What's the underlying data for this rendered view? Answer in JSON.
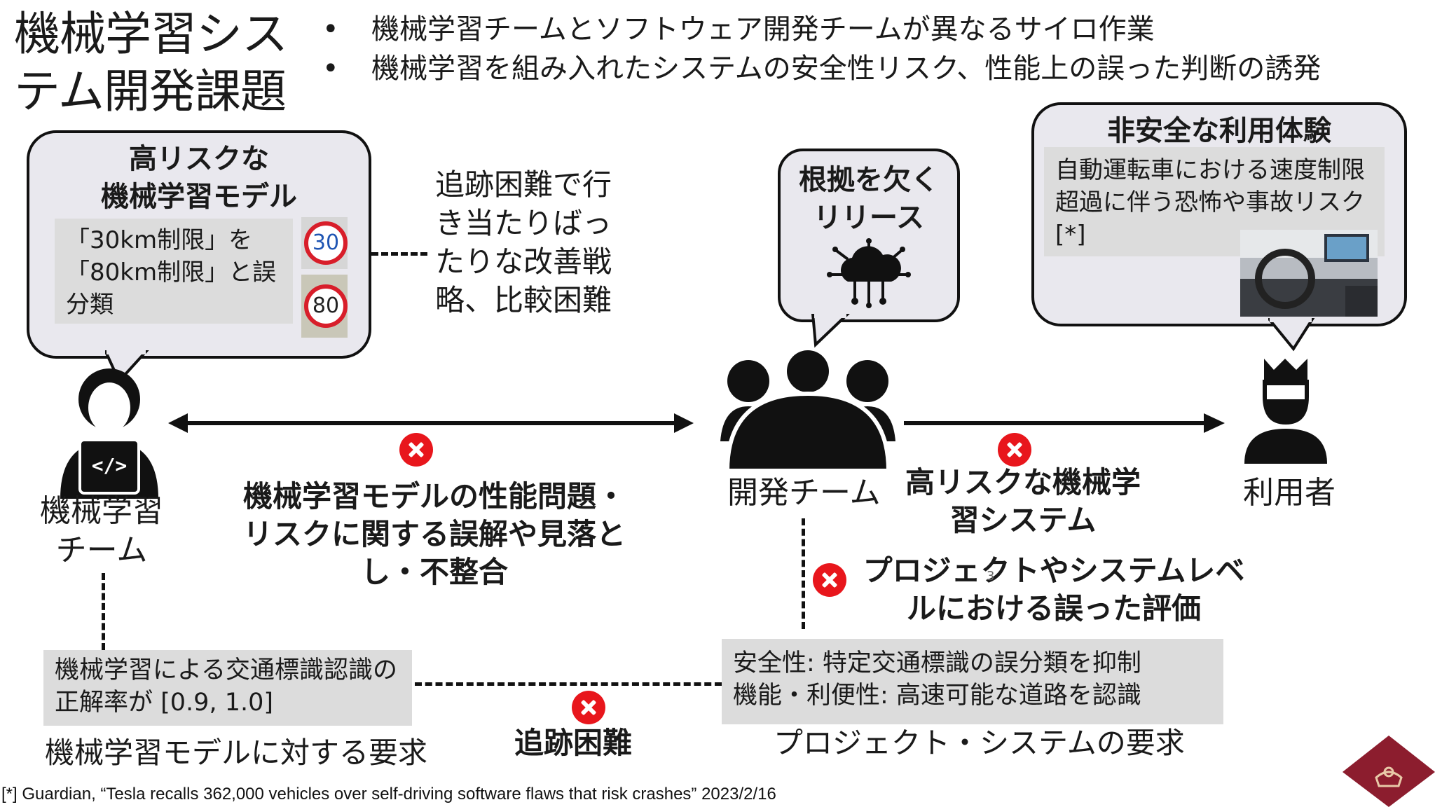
{
  "title": "機械学習システム開発課題",
  "bullets": [
    "機械学習チームとソフトウェア開発チームが異なるサイロ作業",
    "機械学習を組み入れたシステムの安全性リスク、性能上の誤った判断の誘発"
  ],
  "left_bubble": {
    "title_line1": "高リスクな",
    "title_line2": "機械学習モデル",
    "box_text": "「30km制限」を「80km制限」と誤分類",
    "sign1": "30",
    "sign2": "80"
  },
  "tracking_text": "追跡困難で行き当たりばったりな改善戦略、比較困難",
  "center_bubble": {
    "title": "根拠を欠くリリース"
  },
  "right_bubble": {
    "title": "非安全な利用体験",
    "text": "自動運転車における速度制限超過に伴う恐怖や事故リスク [*]"
  },
  "actors": {
    "ml_team": "機械学習チーム",
    "dev_team": "開発チーム",
    "user": "利用者"
  },
  "middle_issue": "機械学習モデルの性能問題・リスクに関する誤解や見落とし・不整合",
  "right_issue": "高リスクな機械学習システム",
  "project_issue": "プロジェクトやシステムレベルにおける誤った評価",
  "page_number": "3",
  "ml_requirement_box": "機械学習による交通標識認識の正解率が [0.9, 1.0]",
  "ml_requirement_caption": "機械学習モデルに対する要求",
  "tracking_difficult": "追跡困難",
  "project_box_line1": "安全性: 特定交通標識の誤分類を抑制",
  "project_box_line2": "機能・利便性: 高速可能な道路を認識",
  "project_caption": "プロジェクト・システムの要求",
  "footnote": "[*] Guardian, “Tesla recalls 362,000 vehicles over self-driving software flaws that risk crashes” 2023/2/16",
  "colors": {
    "error": "#e8161c",
    "bubble": "#e9e8ee",
    "box": "#dcdcdc",
    "logo": "#8c1d2e"
  }
}
